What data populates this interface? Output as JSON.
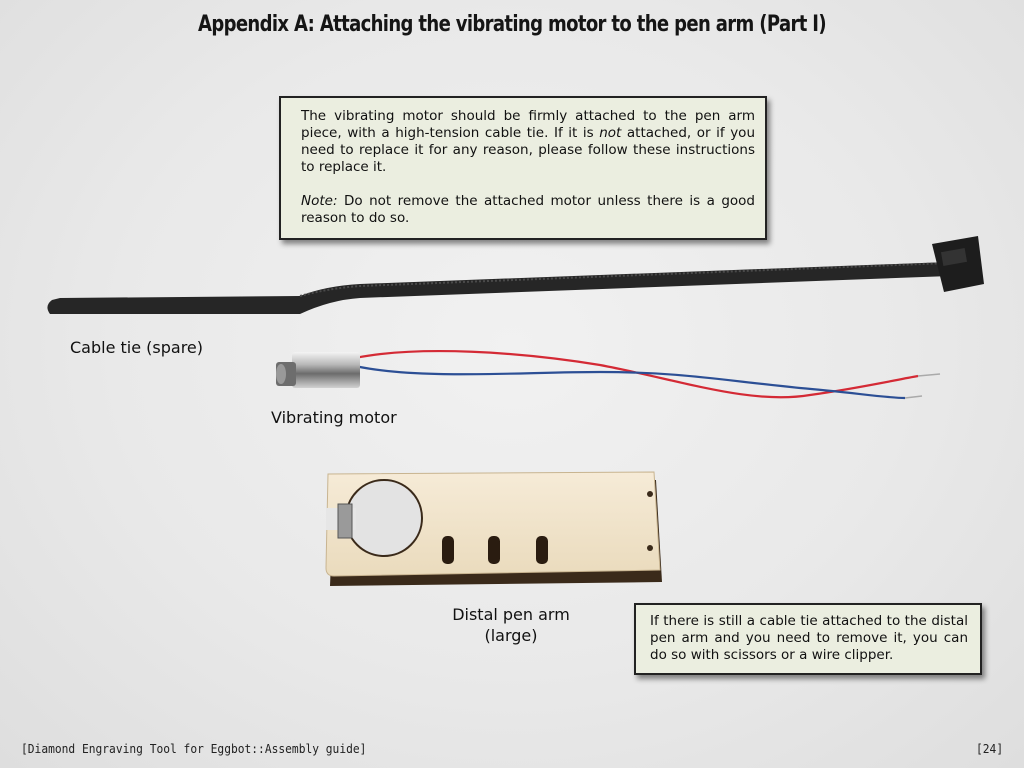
{
  "title": "Appendix A: Attaching the vibrating motor to the pen arm (Part I)",
  "intro_note": {
    "line1": "The vibrating motor should be firmly attached to the pen arm piece, with a high-tension cable tie.  If it is ",
    "emphasis": "not",
    "line2": " attached, or if you need to replace it for any reason, please follow these instructions to replace it.",
    "note_label": "Note:",
    "note_text": " Do not remove the attached motor unless there is a good reason to do so."
  },
  "labels": {
    "cable_tie": "Cable tie (spare)",
    "motor": "Vibrating motor",
    "pen_arm_line1": "Distal pen arm",
    "pen_arm_line2": "(large)"
  },
  "clipper_note": "If there is still a cable tie attached to the distal pen arm and you need to remove it, you can do so with scissors or a wire clipper.",
  "footer": {
    "guide": "[Diamond Engraving Tool for Eggbot::Assembly guide]",
    "page": "[24]"
  },
  "colors": {
    "note_background": "#ebeee0",
    "cable_tie": "#262626",
    "wire_red": "#d42a35",
    "wire_blue": "#2c4f95",
    "wood": "#f1e4cd"
  }
}
